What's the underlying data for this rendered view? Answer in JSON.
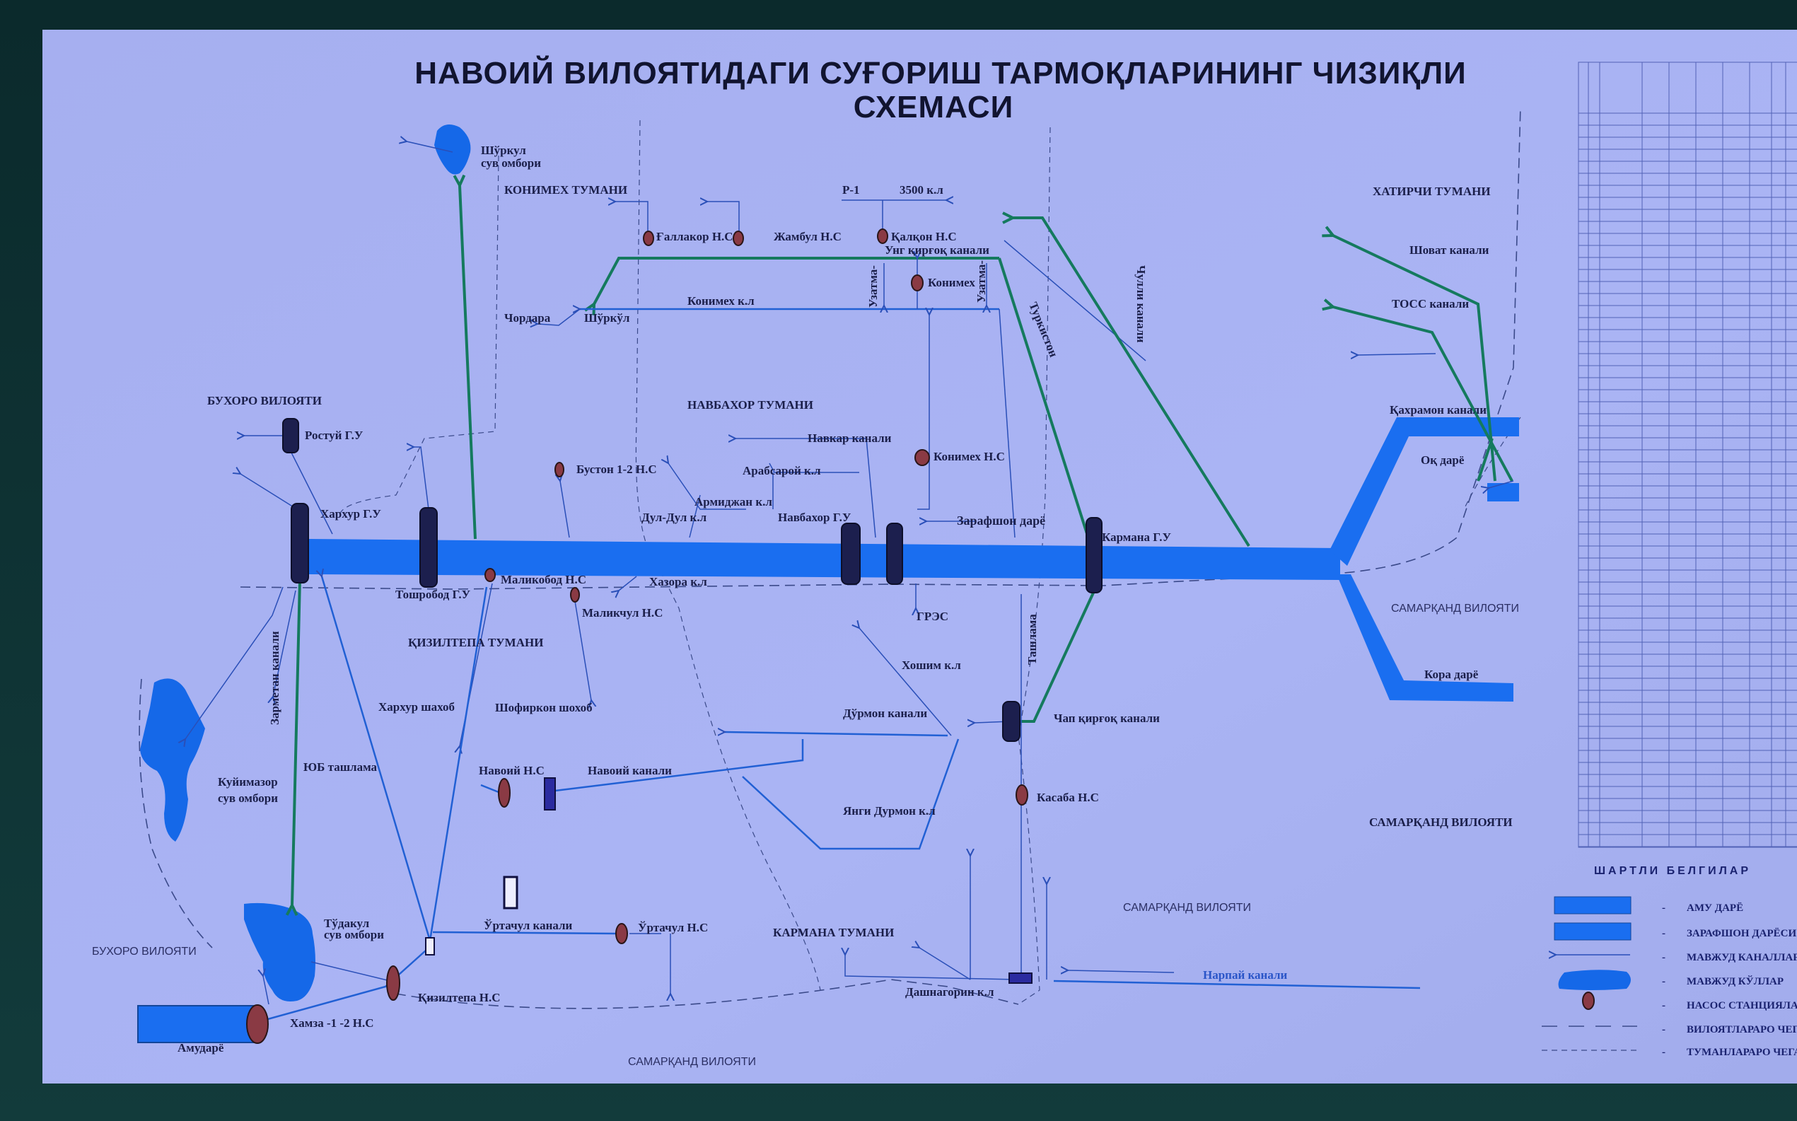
{
  "title": {
    "line1": "НАВОИЙ  ВИЛОЯТИДАГИ  СУҒОРИШ  ТАРМОҚЛАРИНИНГ ЧИЗИҚЛИ",
    "line2": "СХЕМАСИ"
  },
  "regions": {
    "konimex": "КОНИМЕХ ТУМАНИ",
    "xatirchi": "ХАТИРЧИ ТУМАНИ",
    "navbaxor": "НАВБАХОР ТУМАНИ",
    "buxoro1": "БУХОРО ВИЛОЯТИ",
    "qiziltepa": "ҚИЗИЛТЕПА ТУМАНИ",
    "samarqand1": "САМАРҚАНД ВИЛОЯТИ",
    "samarqand2": "САМАРҚАНД ВИЛОЯТИ",
    "samarqand3": "САМАРҚАНД ВИЛОЯТИ",
    "samarqand4": "САМАРҚАНД ВИЛОЯТИ",
    "karmana": "КАРМАНА ТУМАНИ",
    "buxoro2": "БУХОРО ВИЛОЯТИ"
  },
  "labels": {
    "shurkul_res_1": "Шўркул",
    "shurkul_res_2": "сув омбори",
    "p1": "Р-1",
    "k3500": "3500 к.л",
    "gallakor": "Ғаллакор Н.С",
    "jambul": "Жамбул Н.С",
    "qalqon": "Қалқон Н.С",
    "ung_qirgoq": "Унг қирғоқ канали",
    "konimex_ps": "Конимех",
    "uzatma1": "Узатма-",
    "uzatma2": "Узатма-",
    "chulli": "Чулли канали",
    "turkiston": "Туркистон",
    "shovat": "Шоват канали",
    "toss": "ТОСС канали",
    "chordara": "Чордара",
    "shurkul": "Шўркўл",
    "konimex_kl": "Конимех к.л",
    "rostuy": "Ростуй Г.У",
    "navkar": "Навкар канали",
    "konimex_ns": "Конимех Н.С",
    "buston": "Бустон 1-2 Н.С",
    "arabsaroy": "Арабсарой к.л",
    "armidjan": "Армиджан к.л",
    "duldul": "Дул-Дул к.л",
    "navbaxor_gu": "Навбахор Г.У",
    "zarafshon": "Зарафшон дарё",
    "qahramon": "Қахрамон канали",
    "oqdaryo": "Оқ дарё",
    "karmana_gu": "Кармана Г.У",
    "xarxur_gu": "Хархур Г.У",
    "toshrobod": "Тошробод Г.У",
    "malikobod": "Маликобод Н.С",
    "xazora": "Хазора к.л",
    "malikchul": "Маликчул Н.С",
    "gres": "ГРЭС",
    "xoshim": "Хошим к.л",
    "tashlama": "Ташлама",
    "zarmetan": "Зарметан канали",
    "qoradaryo": "Кора дарё",
    "xarxur_shaxob": "Хархур шахоб",
    "shofirkon": "Шофиркон шохоб",
    "durmon": "Дўрмон канали",
    "chap_qirgoq": "Чап қирғоқ канали",
    "yub": "ЮБ ташлама",
    "kuyimazor_1": "Куйимазор",
    "kuyimazor_2": "сув омбори",
    "navoiy_ns": "Навоий Н.С",
    "navoiy_kanal": "Навоий канали",
    "kasaba": "Касаба Н.С",
    "yangi_durmon": "Янги Дурмон к.л",
    "tudakul_1": "Тўдакул",
    "tudakul_2": "сув омбори",
    "urtachul_kanal": "Ўртачул канали",
    "urtachul_ns": "Ўртачул Н.С",
    "qiziltepa_ns": "Қизилтепа Н.С",
    "narpay": "Нарпай канали",
    "dashnagorin": "Дашнагорин к.л",
    "xamza": "Хамза -1 -2 Н.С",
    "amudaryo": "Амударё"
  },
  "legend": {
    "title": "ШАРТЛИ БЕЛГИЛАР",
    "items": [
      {
        "symbol": "amu-river-bar",
        "label": "АМУ ДАРЁ"
      },
      {
        "symbol": "zarafshon-river-bar",
        "label": "ЗАРАФШОН ДАРЁСИ"
      },
      {
        "symbol": "canal-arrow",
        "label": "МАВЖУД КАНАЛЛАР"
      },
      {
        "symbol": "lake-shape",
        "label": "МАВЖУД КЎЛЛАР"
      },
      {
        "symbol": "pump-station-dot",
        "label": "НАСОС СТАНЦИЯЛАР"
      },
      {
        "symbol": "long-dash",
        "label": "ВИЛОЯТЛАРАРО ЧЕГАРА"
      },
      {
        "symbol": "short-dash",
        "label": "ТУМАНЛАРАРО ЧЕГАРА"
      }
    ]
  },
  "colors": {
    "river": "#1a6ef0",
    "canal": "#2160d4",
    "main_canal": "#157a5e",
    "pump_station": "#8a3a44",
    "gate": "#1c1f4e",
    "board": "#a8b1f2"
  }
}
